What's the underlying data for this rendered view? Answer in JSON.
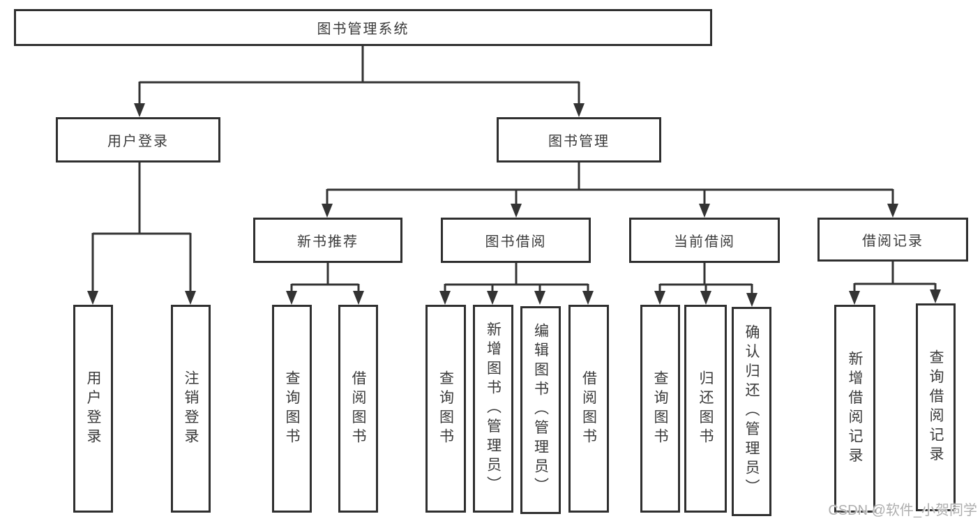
{
  "nodes": {
    "root": {
      "label": "图书管理系统"
    },
    "user_login": {
      "label": "用户登录"
    },
    "book_mgmt": {
      "label": "图书管理"
    },
    "new_book_rec": {
      "label": "新书推荐"
    },
    "book_borrow": {
      "label": "图书借阅"
    },
    "current_borrow": {
      "label": "当前借阅"
    },
    "borrow_record": {
      "label": "借阅记录"
    },
    "leaf_user_login": {
      "label": "用户登录"
    },
    "leaf_logout": {
      "label": "注销登录"
    },
    "leaf_query_book_1": {
      "label": "查询图书"
    },
    "leaf_borrow_book_1": {
      "label": "借阅图书"
    },
    "leaf_query_book_2": {
      "label": "查询图书"
    },
    "leaf_add_book": {
      "label": "新增图书（管理员）"
    },
    "leaf_edit_book": {
      "label": "编辑图书（管理员）"
    },
    "leaf_borrow_book_2": {
      "label": "借阅图书"
    },
    "leaf_query_book_3": {
      "label": "查询图书"
    },
    "leaf_return_book": {
      "label": "归还图书"
    },
    "leaf_confirm_return": {
      "label": "确认归还（管理员）"
    },
    "leaf_add_record": {
      "label": "新增借阅记录"
    },
    "leaf_query_record": {
      "label": "查询借阅记录"
    }
  },
  "hierarchy": {
    "图书管理系统": {
      "用户登录": [
        "用户登录",
        "注销登录"
      ],
      "图书管理": {
        "新书推荐": [
          "查询图书",
          "借阅图书"
        ],
        "图书借阅": [
          "查询图书",
          "新增图书（管理员）",
          "编辑图书（管理员）",
          "借阅图书"
        ],
        "当前借阅": [
          "查询图书",
          "归还图书",
          "确认归还（管理员）"
        ],
        "借阅记录": [
          "新增借阅记录",
          "查询借阅记录"
        ]
      }
    }
  },
  "watermark": {
    "text": "CSDN @软件_小贺同学"
  },
  "colors": {
    "background": "#ffffff",
    "box_border": "#2f2f2f",
    "connector_line": "#333333",
    "text": "#3a3a3a",
    "watermark_text": "#aeaeae"
  }
}
